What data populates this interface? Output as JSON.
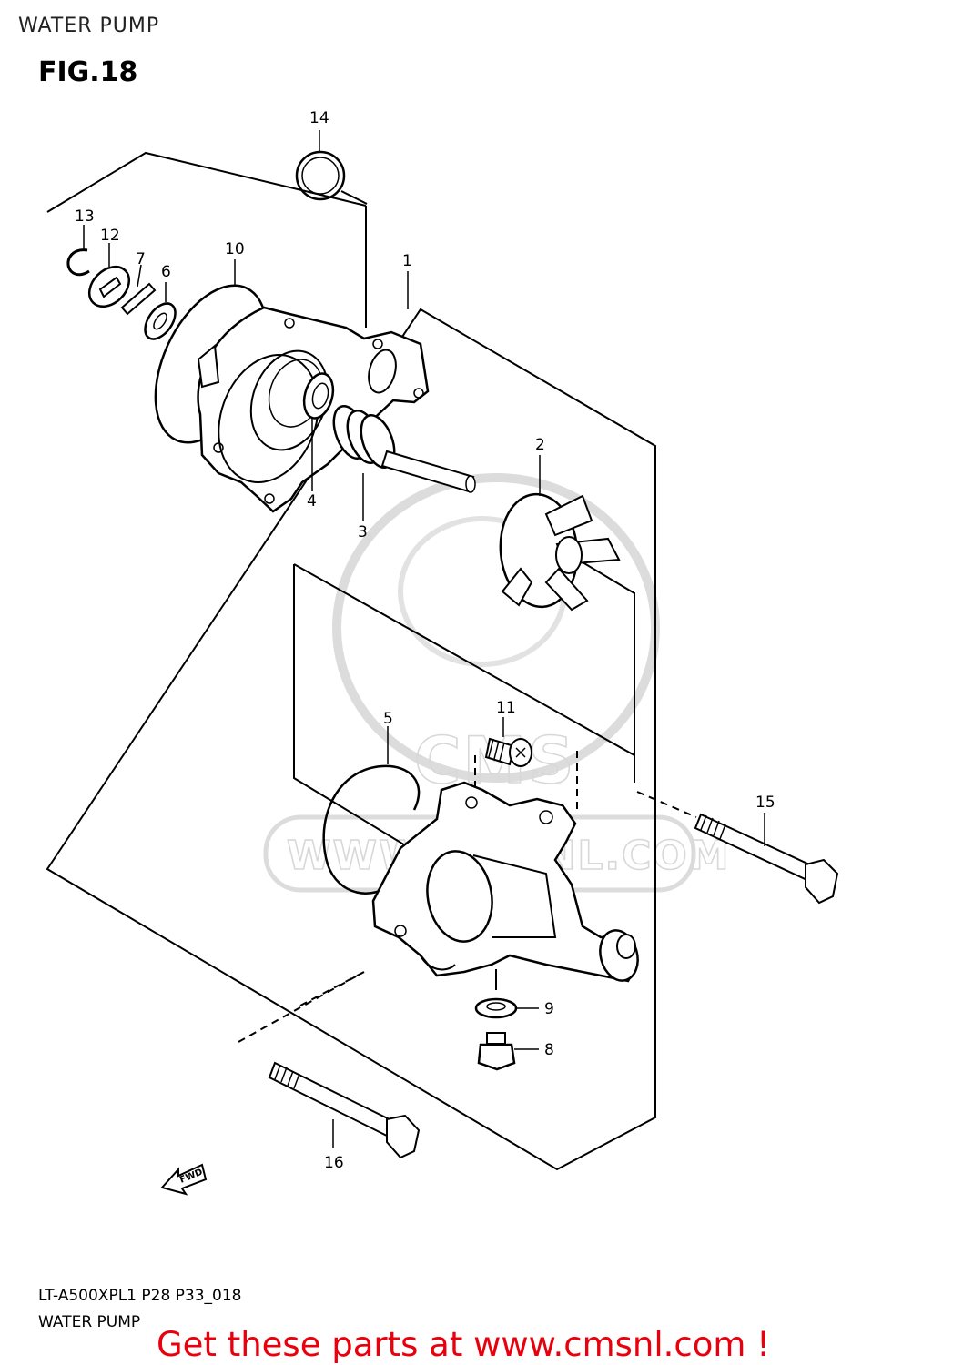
{
  "header": {
    "section_title": "WATER PUMP",
    "figure_label": "FIG.18"
  },
  "watermark": {
    "text": "WWW.CMSNL.COM",
    "logo_text": "CMS"
  },
  "callouts": [
    {
      "id": "14",
      "label": "14"
    },
    {
      "id": "13",
      "label": "13"
    },
    {
      "id": "12",
      "label": "12"
    },
    {
      "id": "7",
      "label": "7"
    },
    {
      "id": "6",
      "label": "6"
    },
    {
      "id": "10",
      "label": "10"
    },
    {
      "id": "1",
      "label": "1"
    },
    {
      "id": "4",
      "label": "4"
    },
    {
      "id": "3",
      "label": "3"
    },
    {
      "id": "2",
      "label": "2"
    },
    {
      "id": "11",
      "label": "11"
    },
    {
      "id": "5",
      "label": "5"
    },
    {
      "id": "15",
      "label": "15"
    },
    {
      "id": "9",
      "label": "9"
    },
    {
      "id": "8",
      "label": "8"
    },
    {
      "id": "16",
      "label": "16"
    }
  ],
  "fwd": {
    "label": "FWD"
  },
  "footer": {
    "model_code": "LT-A500XPL1 P28 P33_018",
    "section_name": "WATER PUMP",
    "call_to_action": "Get these parts at www.cmsnl.com !"
  },
  "colors": {
    "ink": "#000000",
    "watermark": "#d8d8d8",
    "cta": "#e8000c"
  }
}
